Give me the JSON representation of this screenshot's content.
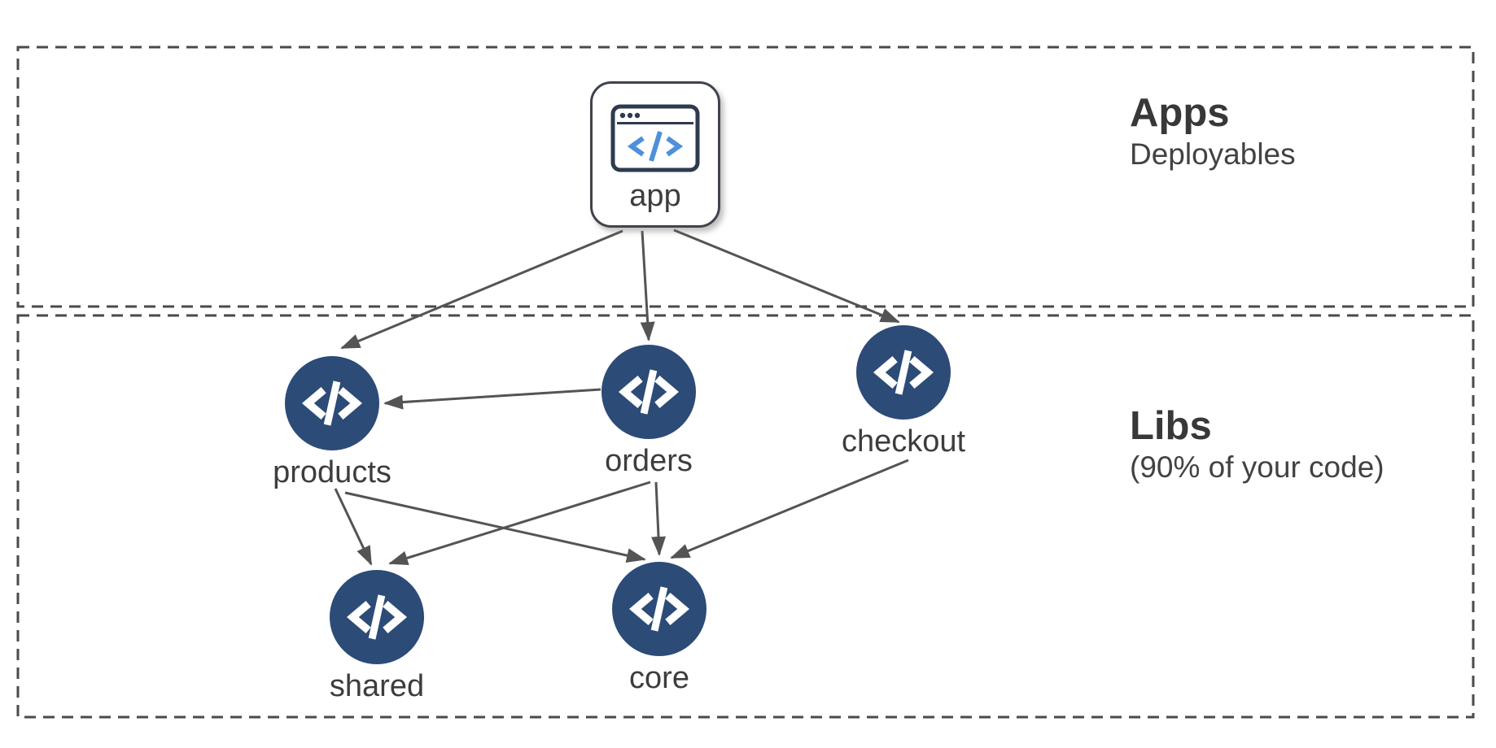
{
  "diagram": {
    "type": "dependency-graph",
    "sections": [
      {
        "id": "apps",
        "title": "Apps",
        "subtitle": "Deployables"
      },
      {
        "id": "libs",
        "title": "Libs",
        "subtitle": "(90% of your code)"
      }
    ],
    "nodes": [
      {
        "id": "app",
        "label": "app",
        "kind": "application",
        "section": "apps",
        "icon": "browser-code-icon"
      },
      {
        "id": "products",
        "label": "products",
        "kind": "library",
        "section": "libs",
        "icon": "code-icon"
      },
      {
        "id": "orders",
        "label": "orders",
        "kind": "library",
        "section": "libs",
        "icon": "code-icon"
      },
      {
        "id": "checkout",
        "label": "checkout",
        "kind": "library",
        "section": "libs",
        "icon": "code-icon"
      },
      {
        "id": "shared",
        "label": "shared",
        "kind": "library",
        "section": "libs",
        "icon": "code-icon"
      },
      {
        "id": "core",
        "label": "core",
        "kind": "library",
        "section": "libs",
        "icon": "code-icon"
      }
    ],
    "edges": [
      {
        "from": "app",
        "to": "products"
      },
      {
        "from": "app",
        "to": "orders"
      },
      {
        "from": "app",
        "to": "checkout"
      },
      {
        "from": "orders",
        "to": "products"
      },
      {
        "from": "products",
        "to": "shared"
      },
      {
        "from": "products",
        "to": "core"
      },
      {
        "from": "orders",
        "to": "shared"
      },
      {
        "from": "orders",
        "to": "core"
      },
      {
        "from": "checkout",
        "to": "core"
      }
    ],
    "colors": {
      "library_node_fill": "#2c4b77",
      "node_glyph": "#ffffff",
      "edge_stroke": "#545454",
      "dashed_border": "#4a4a4a",
      "label_text": "#3d3d3d",
      "app_icon_outline": "#2e3a4f",
      "app_icon_code_blue": "#4e90d9",
      "background": "#ffffff"
    }
  }
}
